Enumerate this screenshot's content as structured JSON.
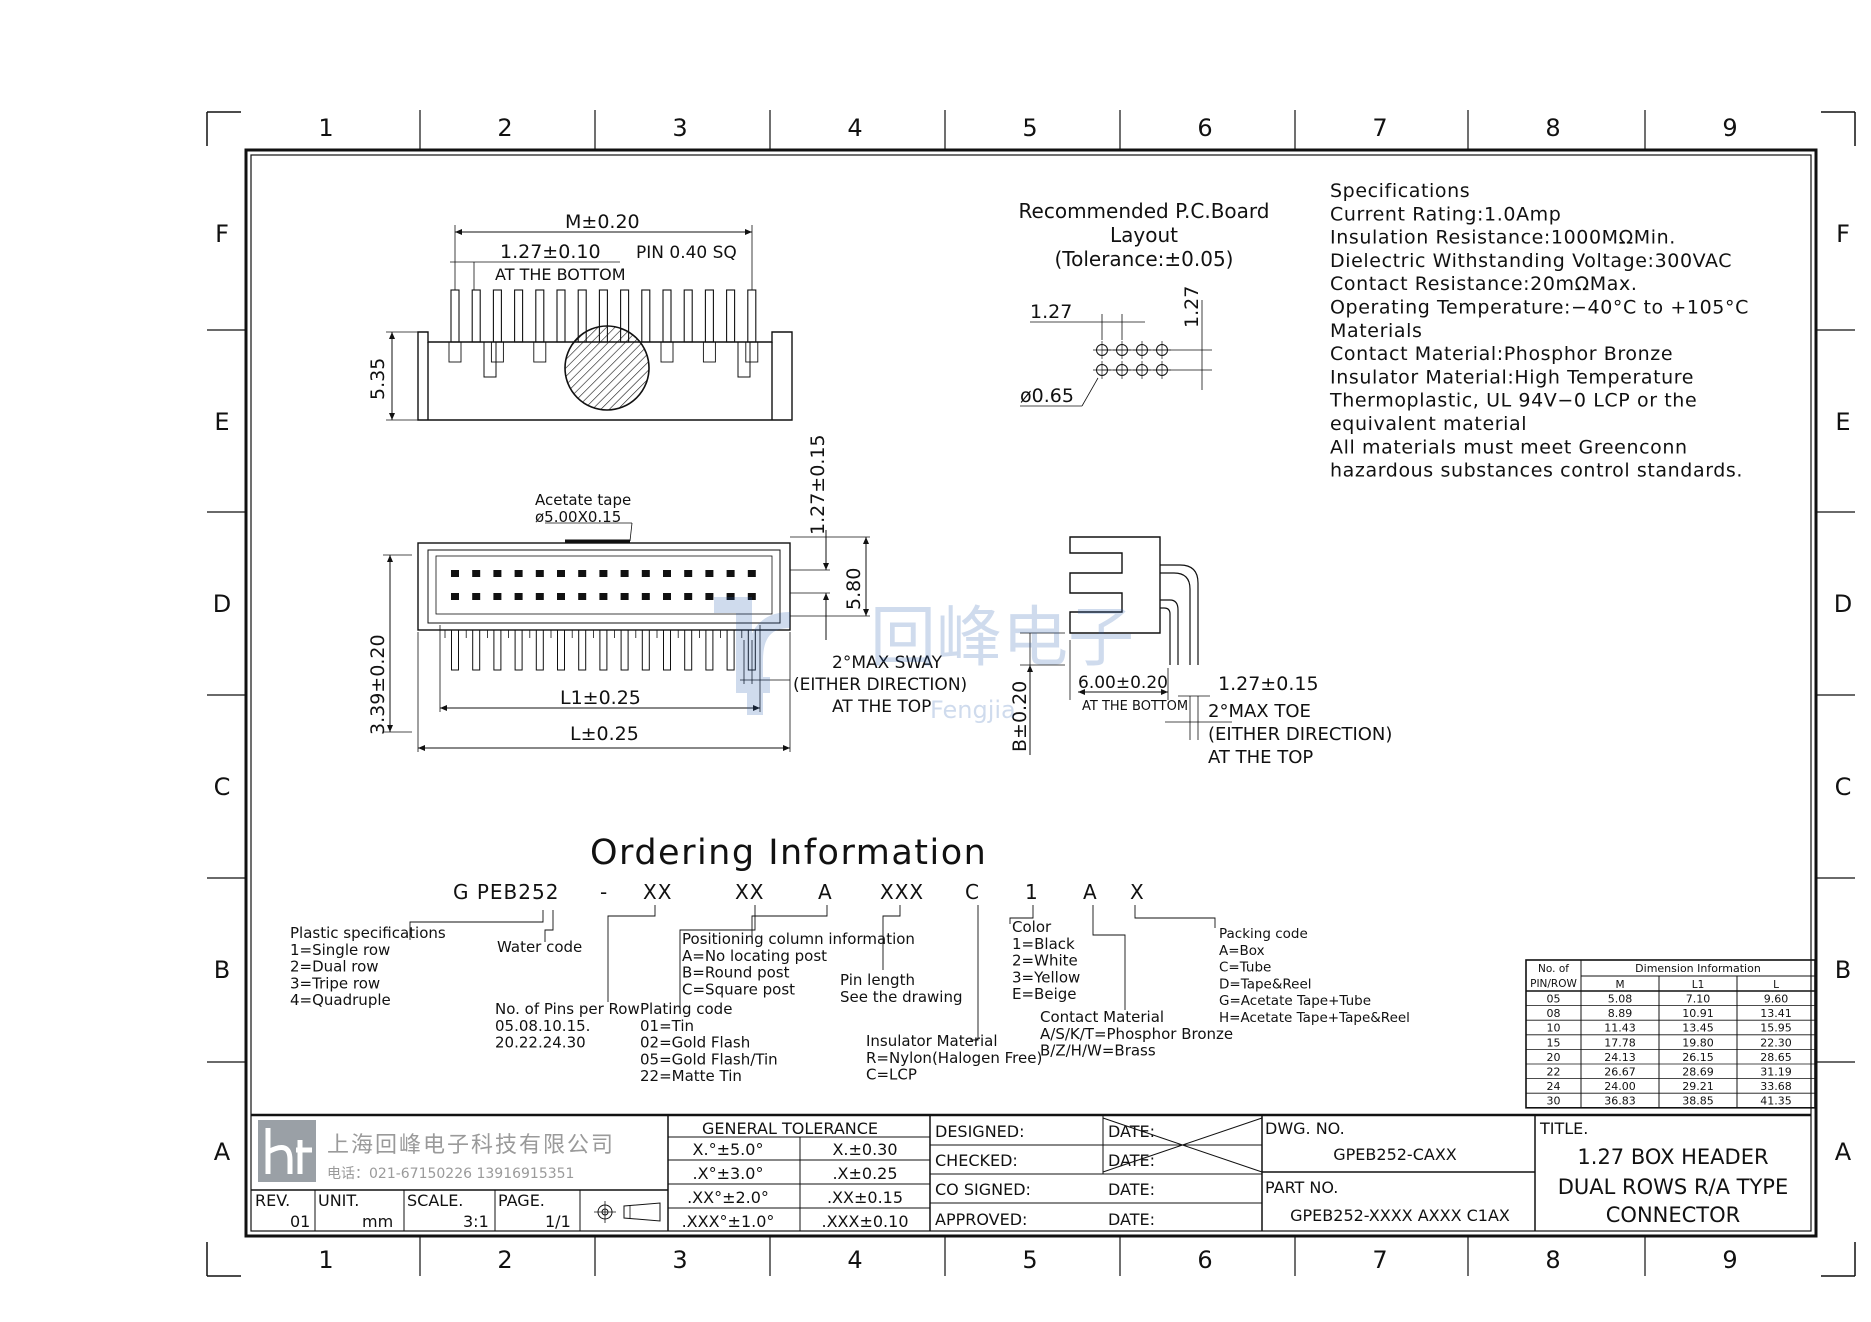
{
  "grid": {
    "columns": [
      "1",
      "2",
      "3",
      "4",
      "5",
      "6",
      "7",
      "8",
      "9"
    ],
    "rows": [
      "F",
      "E",
      "D",
      "C",
      "B",
      "A"
    ]
  },
  "top_view": {
    "m_dim": "M±0.20",
    "pitch_dim": "1.27±0.10",
    "pitch_note": "AT THE BOTTOM",
    "pin_note": "PIN 0.40 SQ",
    "height_dim": "5.35"
  },
  "front_view": {
    "tape_label": "Acetate tape",
    "tape_dim": "ø5.00X0.15",
    "row_pitch_dim": "1.27±0.15",
    "box_height_dim": "5.80",
    "overall_height_dim": "3.39±0.20",
    "l1_dim": "L1±0.25",
    "l_dim": "L±0.25",
    "sway_note": [
      "2°MAX SWAY",
      "(EITHER DIRECTION)",
      "AT THE TOP"
    ]
  },
  "side_view": {
    "b_dim": "B±0.20",
    "tail_dim": "6.00±0.20",
    "tail_note": "AT THE BOTTOM",
    "toe_pitch_dim": "1.27±0.15",
    "toe_note": [
      "2°MAX TOE",
      "(EITHER DIRECTION)",
      "AT THE TOP"
    ]
  },
  "pcb_layout": {
    "title": [
      "Recommended P.C.Board",
      "Layout",
      "(Tolerance:±0.05)"
    ],
    "pitch_h": "1.27",
    "pitch_v": "1.27",
    "hole_dia": "ø0.65"
  },
  "specifications": {
    "lines": [
      "Specifications",
      "Current Rating:1.0Amp",
      "Insulation Resistance:1000MΩMin.",
      "Dielectric Withstanding Voltage:300VAC",
      "Contact Resistance:20mΩMax.",
      "Operating Temperature:−40°C to +105°C",
      "Materials",
      "Contact Material:Phosphor Bronze",
      "Insulator Material:High Temperature",
      "Thermoplastic, UL 94V−0 LCP or the",
      "equivalent material",
      "All materials must meet Greenconn",
      "hazardous substances control standards."
    ]
  },
  "watermark": {
    "brand_cn": "回峰电子",
    "brand_en": "Fengjia"
  },
  "ordering": {
    "title": "Ordering Information",
    "code": [
      "G PEB252",
      "-",
      "XX",
      "XX",
      "A",
      "XXX",
      "C",
      "1",
      "A",
      "X"
    ],
    "notes": {
      "plastic": [
        "Plastic specifications",
        "1=Single row",
        "2=Dual row",
        "3=Tripe row",
        "4=Quadruple"
      ],
      "water": [
        "Water code"
      ],
      "pins": [
        "No. of Pins per Row",
        "05.08.10.15.",
        "20.22.24.30"
      ],
      "positioning": [
        "Positioning column information",
        "A=No locating post",
        "B=Round post",
        "C=Square post"
      ],
      "plating": [
        "Plating code",
        "01=Tin",
        "02=Gold Flash",
        "05=Gold Flash/Tin",
        "22=Matte Tin"
      ],
      "pinlength": [
        "Pin length",
        "See the drawing"
      ],
      "insulator": [
        "Insulator Material",
        "R=Nylon(Halogen Free)",
        "C=LCP"
      ],
      "color": [
        "Color",
        "1=Black",
        "2=White",
        "3=Yellow",
        "E=Beige"
      ],
      "contact": [
        "Contact Material",
        "A/S/K/T=Phosphor Bronze",
        "B/Z/H/W=Brass"
      ],
      "packing": [
        "Packing code",
        "A=Box",
        "C=Tube",
        "D=Tape&Reel",
        "G=Acetate Tape+Tube",
        "H=Acetate Tape+Tape&Reel"
      ]
    }
  },
  "dimension_table": {
    "header_pins": [
      "No. of",
      "PIN/ROW"
    ],
    "header_group": "Dimension Information",
    "columns": [
      "M",
      "L1",
      "L"
    ],
    "rows": [
      [
        "05",
        "5.08",
        "7.10",
        "9.60"
      ],
      [
        "08",
        "8.89",
        "10.91",
        "13.41"
      ],
      [
        "10",
        "11.43",
        "13.45",
        "15.95"
      ],
      [
        "15",
        "17.78",
        "19.80",
        "22.30"
      ],
      [
        "20",
        "24.13",
        "26.15",
        "28.65"
      ],
      [
        "22",
        "26.67",
        "28.69",
        "31.19"
      ],
      [
        "24",
        "24.00",
        "29.21",
        "33.68"
      ],
      [
        "30",
        "36.83",
        "38.85",
        "41.35"
      ]
    ]
  },
  "title_block": {
    "company_cn": "上海回峰电子科技有限公司",
    "phone": "电话：021-67150226  13916915351",
    "rev_label": "REV.",
    "rev": "01",
    "unit_label": "UNIT.",
    "unit": "mm",
    "scale_label": "SCALE.",
    "scale": "3:1",
    "page_label": "PAGE.",
    "page": "1/1",
    "tolerance_title": "GENERAL TOLERANCE",
    "tolerances": [
      [
        "X.°±5.0°",
        "X.±0.30"
      ],
      [
        ".X°±3.0°",
        ".X±0.25"
      ],
      [
        ".XX°±2.0°",
        ".XX±0.15"
      ],
      [
        ".XXX°±1.0°",
        ".XXX±0.10"
      ]
    ],
    "signoff": [
      "DESIGNED:",
      "CHECKED:",
      "CO SIGNED:",
      "APPROVED:"
    ],
    "date_label": "DATE:",
    "dwg_label": "DWG. NO.",
    "dwg_no": "GPEB252-CAXX",
    "part_label": "PART NO.",
    "part_no": "GPEB252-XXXX AXXX C1AX",
    "title_label": "TITLE.",
    "title_lines": [
      "1.27 BOX HEADER",
      "DUAL ROWS R/A TYPE",
      "CONNECTOR"
    ]
  }
}
